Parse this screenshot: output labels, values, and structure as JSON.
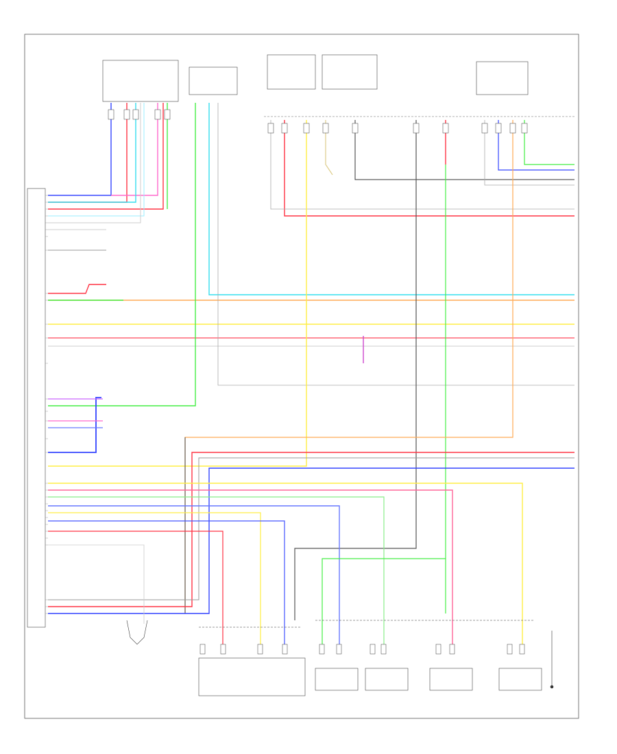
{
  "diagram": {
    "footer_code": "",
    "colors": {
      "frame": "#555555",
      "pink": "#ff66cc",
      "cyan": "#33ddee",
      "red": "#ff3344",
      "green": "#44ee44",
      "blue": "#3344ff",
      "yellow": "#ffee44",
      "orange": "#ffaa55",
      "gray": "#999999",
      "dark": "#333333",
      "lightgray": "#cccccc"
    },
    "components": [
      {
        "id": "hvac-ecu",
        "label": ""
      },
      {
        "id": "immobiliser",
        "label": ""
      },
      {
        "id": "ignition-relay",
        "label": ""
      },
      {
        "id": "fuse-block-top",
        "label": ""
      },
      {
        "id": "main-relay",
        "label": ""
      },
      {
        "id": "throttle-body",
        "label": ""
      },
      {
        "id": "ecm",
        "label": ""
      },
      {
        "id": "injector-1",
        "label": ""
      },
      {
        "id": "injector-2",
        "label": ""
      },
      {
        "id": "injector-3",
        "label": ""
      },
      {
        "id": "injector-4",
        "label": ""
      },
      {
        "id": "crank-sensor",
        "label": ""
      }
    ]
  }
}
